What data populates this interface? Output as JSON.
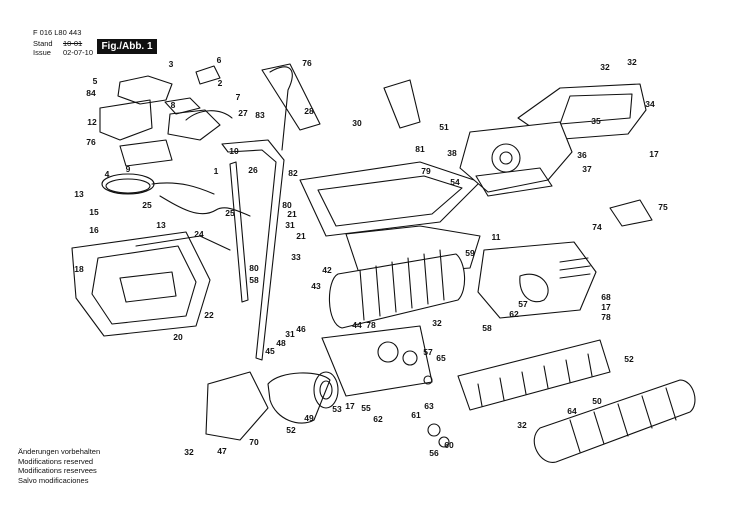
{
  "header": {
    "part_number": "F 016 L80 443",
    "stand_label": "Stand",
    "stand_value": "10-01",
    "issue_label": "Issue",
    "issue_value": "02-07-10",
    "figure_label": "Fig./Abb. 1"
  },
  "notes": [
    "Änderungen vorbehalten",
    "Modifications reserved",
    "Modifications reservees",
    "Salvo modificaciones"
  ],
  "callouts": [
    "3",
    "6",
    "2",
    "5",
    "84",
    "8",
    "7",
    "76",
    "12",
    "76",
    "4",
    "9",
    "13",
    "1",
    "10",
    "27",
    "83",
    "28",
    "30",
    "32",
    "32",
    "34",
    "51",
    "35",
    "36",
    "17",
    "38",
    "81",
    "79",
    "37",
    "54",
    "26",
    "82",
    "80",
    "21",
    "25",
    "15",
    "16",
    "13",
    "24",
    "18",
    "25",
    "31",
    "21",
    "33",
    "11",
    "74",
    "75",
    "42",
    "59",
    "43",
    "20",
    "22",
    "80",
    "58",
    "57",
    "62",
    "68",
    "17",
    "78",
    "32",
    "31",
    "46",
    "48",
    "45",
    "44",
    "78",
    "58",
    "57",
    "65",
    "52",
    "53",
    "17",
    "55",
    "62",
    "61",
    "63",
    "64",
    "50",
    "52",
    "49",
    "70",
    "32",
    "32",
    "47",
    "56",
    "60"
  ]
}
